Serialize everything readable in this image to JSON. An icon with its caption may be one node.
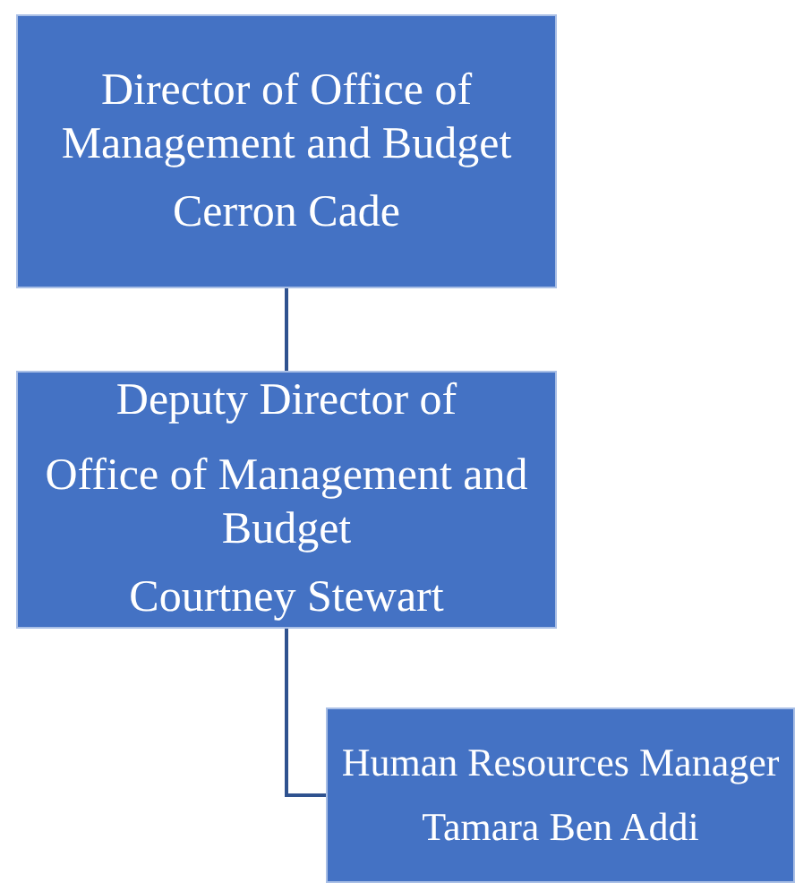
{
  "diagram": {
    "nodes": [
      {
        "text": [
          "Director of Office of Management and Budget",
          "Cerron Cade"
        ]
      },
      {
        "text": [
          "Deputy Director of",
          "Office of Management and Budget",
          "Courtney Stewart"
        ]
      },
      {
        "text": [
          "Human Resources Manager",
          "Tamara Ben Addi"
        ]
      }
    ],
    "edges": [
      {
        "from": 0,
        "to": 1,
        "arrow": "none"
      },
      {
        "from": 1,
        "to": 2,
        "arrow": "none"
      }
    ]
  }
}
